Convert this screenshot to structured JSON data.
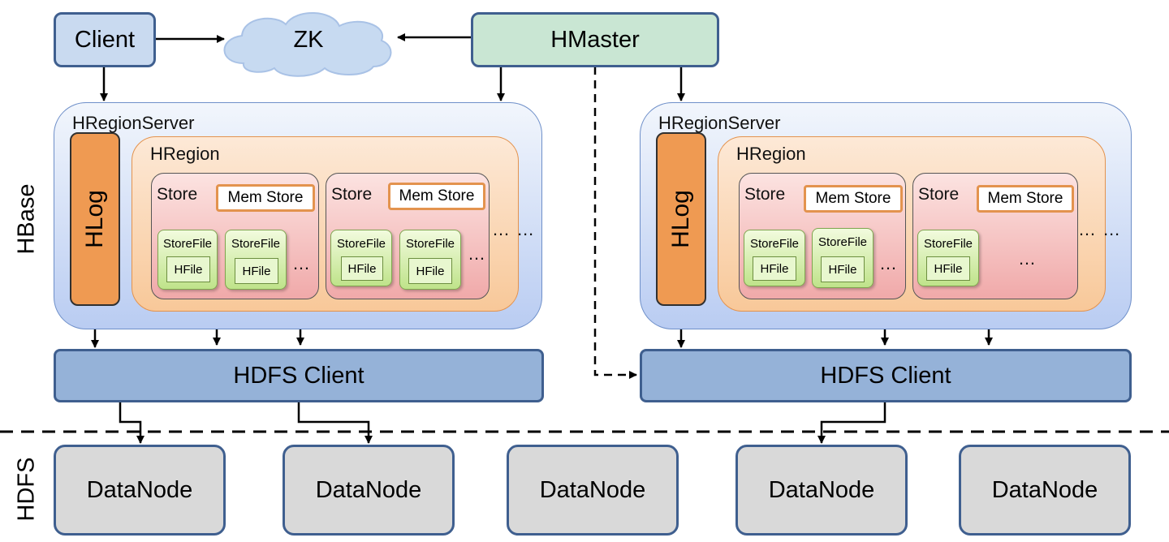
{
  "labels": {
    "client": "Client",
    "zk": "ZK",
    "hmaster": "HMaster",
    "hbase": "HBase",
    "hdfs": "HDFS",
    "hregionserver": "HRegionServer",
    "hregion": "HRegion",
    "hlog": "HLog",
    "store": "Store",
    "memstore": "Mem Store",
    "storefile": "StoreFile",
    "hfile": "HFile",
    "hdfs_client": "HDFS Client",
    "datanode": "DataNode",
    "ellipsis": "…",
    "ellipsis_pair": "… …"
  },
  "colors": {
    "box_border": "#3f5f8f",
    "client_fill": "#c9daf0",
    "hmaster_fill": "#c9e6d3",
    "zk_cloud": "#c7daf1",
    "hlog_fill": "#ef9a52",
    "hdfs_client_fill": "#95b2d8",
    "datanode_fill": "#d9d9d9"
  }
}
